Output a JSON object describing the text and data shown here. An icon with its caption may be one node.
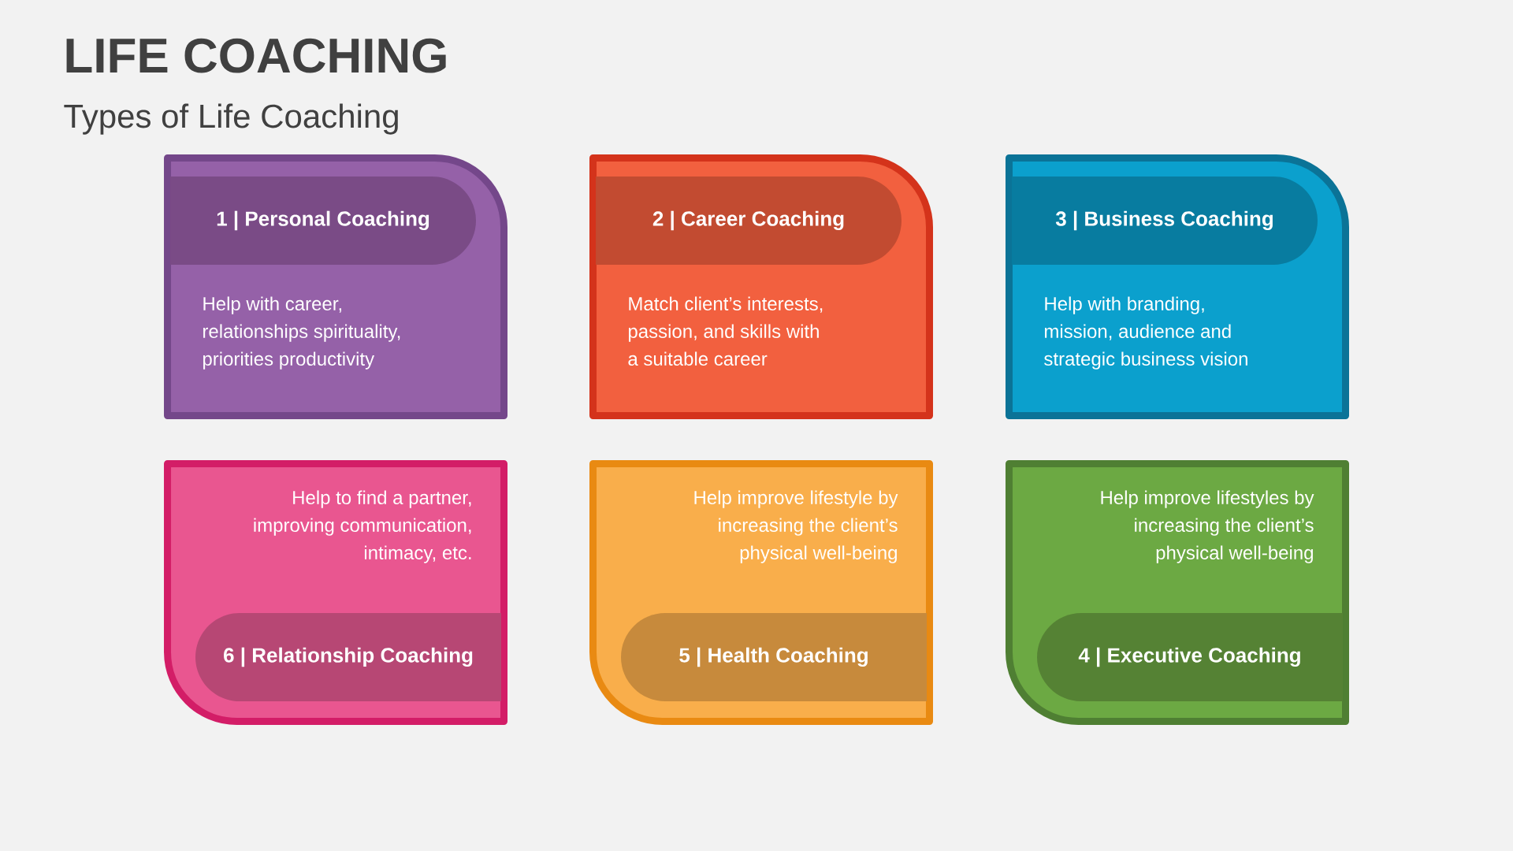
{
  "diagram": {
    "title": "LIFE COACHING",
    "nodes": [
      {
        "text": [
          "Help with career, relationships spirituality, priorities productivity"
        ]
      },
      {
        "text": [
          "1 | Personal Coaching"
        ],
        "in": 0
      },
      {
        "text": [
          "Match client’s interests, passion, and skills with a suitable career"
        ]
      },
      {
        "text": [
          "2 | Career Coaching"
        ],
        "in": 2
      },
      {
        "text": [
          "Help with branding, mission, audience and strategic business vision"
        ]
      },
      {
        "text": [
          "3 | Business Coaching"
        ],
        "in": 4
      },
      {
        "text": [
          "Help to find a partner, improving communication, intimacy, etc."
        ]
      },
      {
        "text": [
          "6 | Relationship Coaching"
        ],
        "in": 6
      },
      {
        "text": [
          "Help improve lifestyle by increasing the client’s physical well-being"
        ]
      },
      {
        "text": [
          "5 | Health Coaching"
        ],
        "in": 8
      },
      {
        "text": [
          "Help improve lifestyles by increasing the client’s physical well-being"
        ]
      },
      {
        "text": [
          "4 | Executive Coaching"
        ],
        "in": 10
      }
    ],
    "labels": [
      "Types of Life Coaching"
    ]
  }
}
